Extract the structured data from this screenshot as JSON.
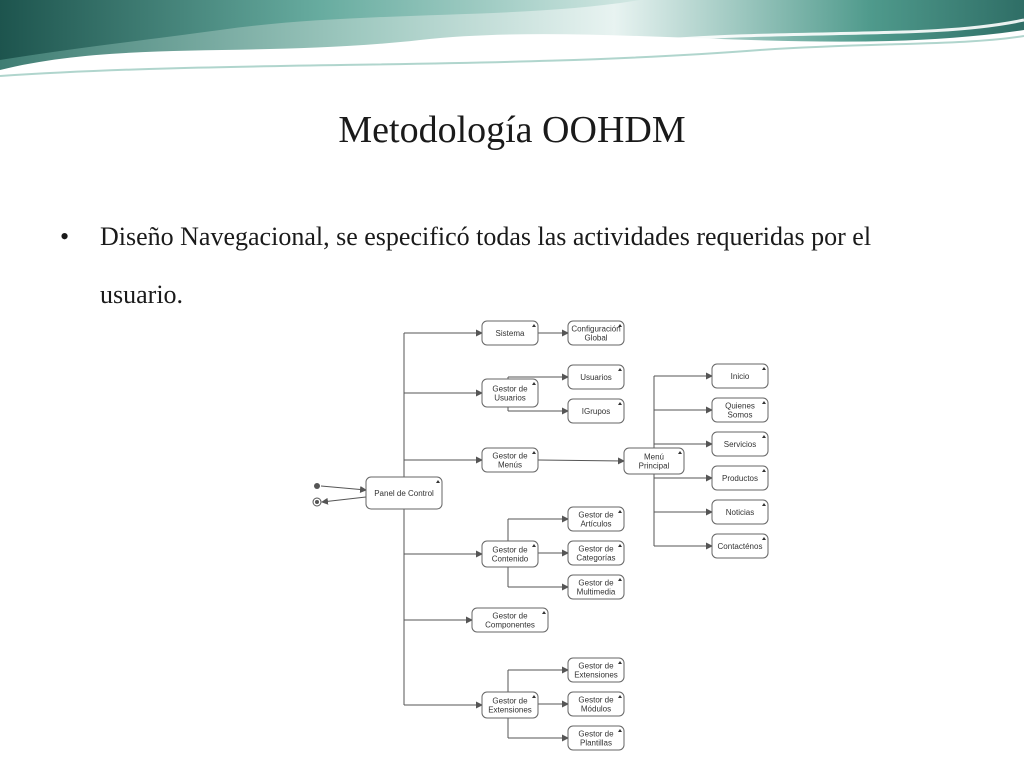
{
  "slide": {
    "title": "Metodología OOHDM",
    "bullet_symbol": "•",
    "bullet_text": "Diseño Navegacional, se especificó todas las actividades requeridas por el usuario."
  },
  "diagram": {
    "nodes": {
      "panel": [
        "Panel de Control"
      ],
      "sistema": [
        "Sistema"
      ],
      "config": [
        "Configuración",
        "Global"
      ],
      "gusuarios": [
        "Gestor de",
        "Usuarios"
      ],
      "usuarios": [
        "Usuarios"
      ],
      "igrupos": [
        "IGrupos"
      ],
      "gmenus": [
        "Gestor de",
        "Menús"
      ],
      "menu": [
        "Menú",
        "Principal"
      ],
      "inicio": [
        "Inicio"
      ],
      "quienes": [
        "Quienes",
        "Somos"
      ],
      "servicios": [
        "Servicios"
      ],
      "productos": [
        "Productos"
      ],
      "noticias": [
        "Noticias"
      ],
      "contactenos": [
        "Contacténos"
      ],
      "gcontenido": [
        "Gestor de",
        "Contenido"
      ],
      "garticulos": [
        "Gestor de",
        "Artículos"
      ],
      "gcategorias": [
        "Gestor de",
        "Categorías"
      ],
      "gmultimedia": [
        "Gestor de",
        "Multimedia"
      ],
      "gcomponentes": [
        "Gestor de",
        "Componentes"
      ],
      "gextensiones": [
        "Gestor de",
        "Extensiones"
      ],
      "gext2": [
        "Gestor de",
        "Extensiones"
      ],
      "gmodulos": [
        "Gestor de",
        "Módulos"
      ],
      "gplantillas": [
        "Gestor de",
        "Plantillas"
      ]
    }
  }
}
